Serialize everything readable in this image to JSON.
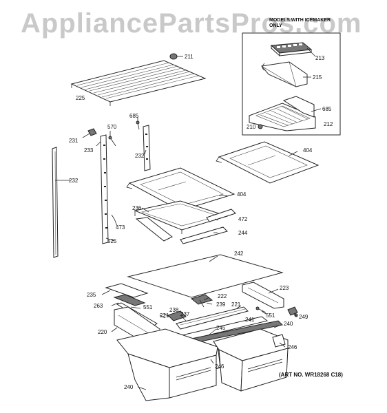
{
  "watermark": "AppliancePartsPros.com",
  "inset": {
    "title_line1": "MODELS WITH ICEMAKER ONLY"
  },
  "art_number": "(ART NO. WR18268 C18)",
  "callouts": [
    {
      "id": "211",
      "text": "211"
    },
    {
      "id": "213",
      "text": "213"
    },
    {
      "id": "215",
      "text": "215"
    },
    {
      "id": "685a",
      "text": "685"
    },
    {
      "id": "212",
      "text": "212"
    },
    {
      "id": "210",
      "text": "210"
    },
    {
      "id": "225",
      "text": "225"
    },
    {
      "id": "685b",
      "text": "685"
    },
    {
      "id": "570",
      "text": "570"
    },
    {
      "id": "231",
      "text": "231"
    },
    {
      "id": "233",
      "text": "233"
    },
    {
      "id": "232a",
      "text": "232"
    },
    {
      "id": "404a",
      "text": "404"
    },
    {
      "id": "232b",
      "text": "232"
    },
    {
      "id": "404b",
      "text": "404"
    },
    {
      "id": "236",
      "text": "236"
    },
    {
      "id": "472",
      "text": "472"
    },
    {
      "id": "473",
      "text": "473"
    },
    {
      "id": "244",
      "text": "244"
    },
    {
      "id": "525",
      "text": "525"
    },
    {
      "id": "242",
      "text": "242"
    },
    {
      "id": "235",
      "text": "235"
    },
    {
      "id": "223",
      "text": "223"
    },
    {
      "id": "222",
      "text": "222"
    },
    {
      "id": "263",
      "text": "263"
    },
    {
      "id": "551a",
      "text": "551"
    },
    {
      "id": "239",
      "text": "239"
    },
    {
      "id": "221a",
      "text": "221"
    },
    {
      "id": "238",
      "text": "238"
    },
    {
      "id": "221b",
      "text": "221"
    },
    {
      "id": "237",
      "text": "237"
    },
    {
      "id": "551b",
      "text": "551"
    },
    {
      "id": "249",
      "text": "249"
    },
    {
      "id": "241",
      "text": "241"
    },
    {
      "id": "240a",
      "text": "240"
    },
    {
      "id": "220",
      "text": "220"
    },
    {
      "id": "245",
      "text": "245"
    },
    {
      "id": "246a",
      "text": "246"
    },
    {
      "id": "246b",
      "text": "246"
    },
    {
      "id": "240b",
      "text": "240"
    }
  ]
}
